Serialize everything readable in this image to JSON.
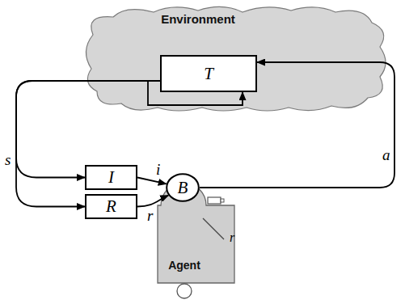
{
  "diagram": {
    "nodes": [
      {
        "text": [
          "Environment"
        ]
      },
      {
        "text": [
          "T"
        ],
        "in": 0
      },
      {
        "text": [
          "I"
        ]
      },
      {
        "text": [
          "R"
        ]
      },
      {
        "text": [
          "Agent"
        ]
      },
      {
        "text": [
          "B"
        ],
        "in": 4
      }
    ],
    "edges": [
      {
        "from": 1,
        "to": 2,
        "arrow": "to",
        "label": "s"
      },
      {
        "from": 1,
        "to": 3,
        "arrow": "to"
      },
      {
        "from": 2,
        "to": 5,
        "arrow": "to",
        "label": "i"
      },
      {
        "from": 3,
        "to": 5,
        "arrow": "to",
        "label": "r"
      },
      {
        "from": 5,
        "to": 1,
        "arrow": "to",
        "label": "a"
      },
      {
        "from": 1,
        "to": 1,
        "arrow": "to"
      }
    ],
    "labels": [
      "r"
    ]
  }
}
